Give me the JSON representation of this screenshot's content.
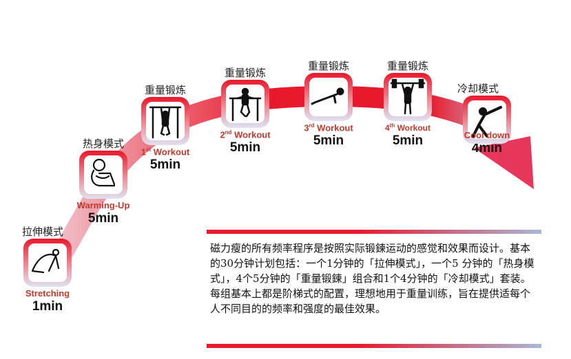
{
  "steps": [
    {
      "mode": "拉伸模式",
      "name": "Stretching",
      "ord": "",
      "sup": "",
      "duration": "1min",
      "icon": "stretching-icon"
    },
    {
      "mode": "热身模式",
      "name": "Warming-Up",
      "ord": "",
      "sup": "",
      "duration": "5min",
      "icon": "warming-up-icon"
    },
    {
      "mode": "重量锻炼",
      "name": " Workout",
      "ord": "1",
      "sup": "st",
      "duration": "5min",
      "icon": "pull-up-icon"
    },
    {
      "mode": "重量锻炼",
      "name": " Workout",
      "ord": "2",
      "sup": "nd",
      "duration": "5min",
      "icon": "dip-icon"
    },
    {
      "mode": "重量锻炼",
      "name": " Workout",
      "ord": "3",
      "sup": "rd",
      "duration": "5min",
      "icon": "push-up-icon"
    },
    {
      "mode": "重量锻炼",
      "name": " Workout",
      "ord": "4",
      "sup": "th",
      "duration": "5min",
      "icon": "weightlifting-icon"
    },
    {
      "mode": "冷却模式",
      "name": "Cool down",
      "ord": "",
      "sup": "",
      "duration": "4min",
      "icon": "cool-down-stretch-icon"
    }
  ],
  "description": "磁力瘦的所有频率程序是按照实际锻鍊运动的感觉和效果而设计。基本的30分钟计划包括：一个1分钟的「拉伸模式」，一个5 分钟的「热身模式」，4个5分钟的「重量锻鍊」组合和1个4分钟的「冷却模式」套装。每组基本上都是阶梯式的配置，理想地用于重量训练，旨在提供适每个人不同目的的频率和强度的最佳效果。",
  "colors": {
    "accent": "#e8192c",
    "fade": "#a9b7d6"
  }
}
